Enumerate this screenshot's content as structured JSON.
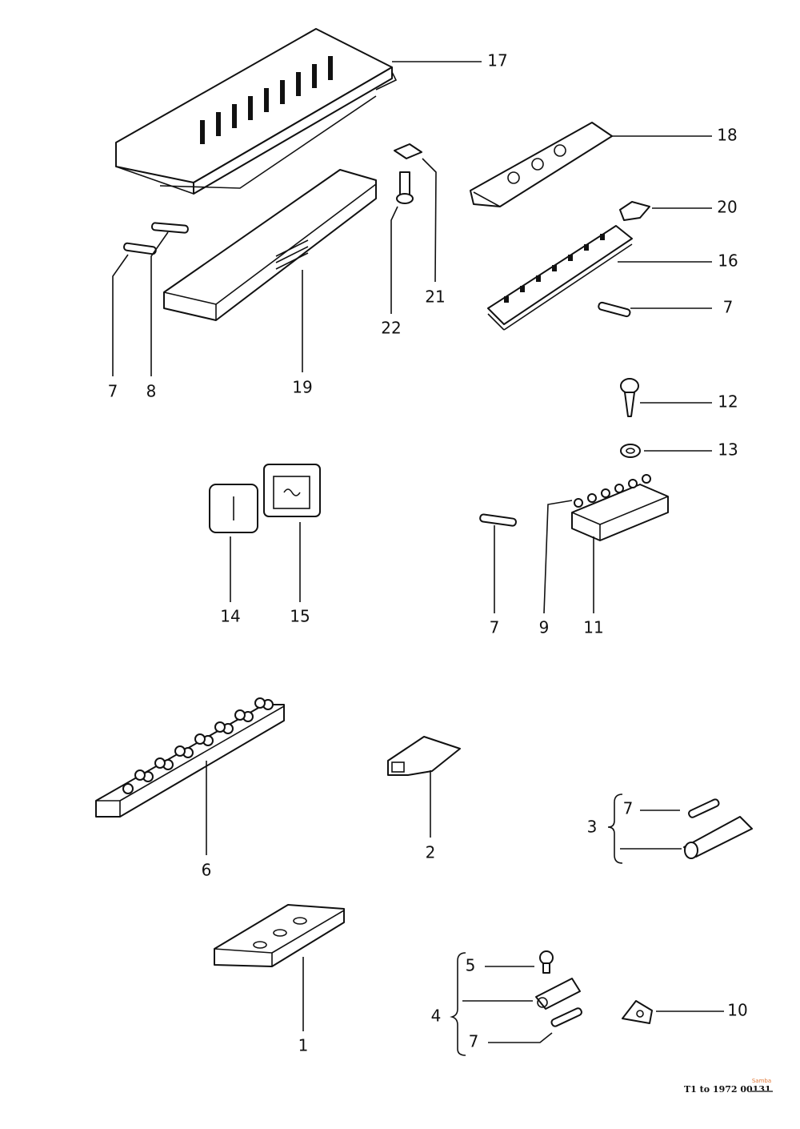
{
  "labels": {
    "l17": "17",
    "l18": "18",
    "l20": "20",
    "l16": "16",
    "l7a": "7",
    "l12": "12",
    "l13": "13",
    "l21": "21",
    "l22": "22",
    "l19": "19",
    "l7b": "7",
    "l8": "8",
    "l14": "14",
    "l15": "15",
    "l7c": "7",
    "l9": "9",
    "l11": "11",
    "l6": "6",
    "l2": "2",
    "l3": "3",
    "l7d": "7",
    "l1": "1",
    "l4": "4",
    "l5": "5",
    "l7e": "7",
    "l10": "10"
  },
  "footer": {
    "reference": "T1 to 1972 00131",
    "logo_text": "Samba"
  }
}
